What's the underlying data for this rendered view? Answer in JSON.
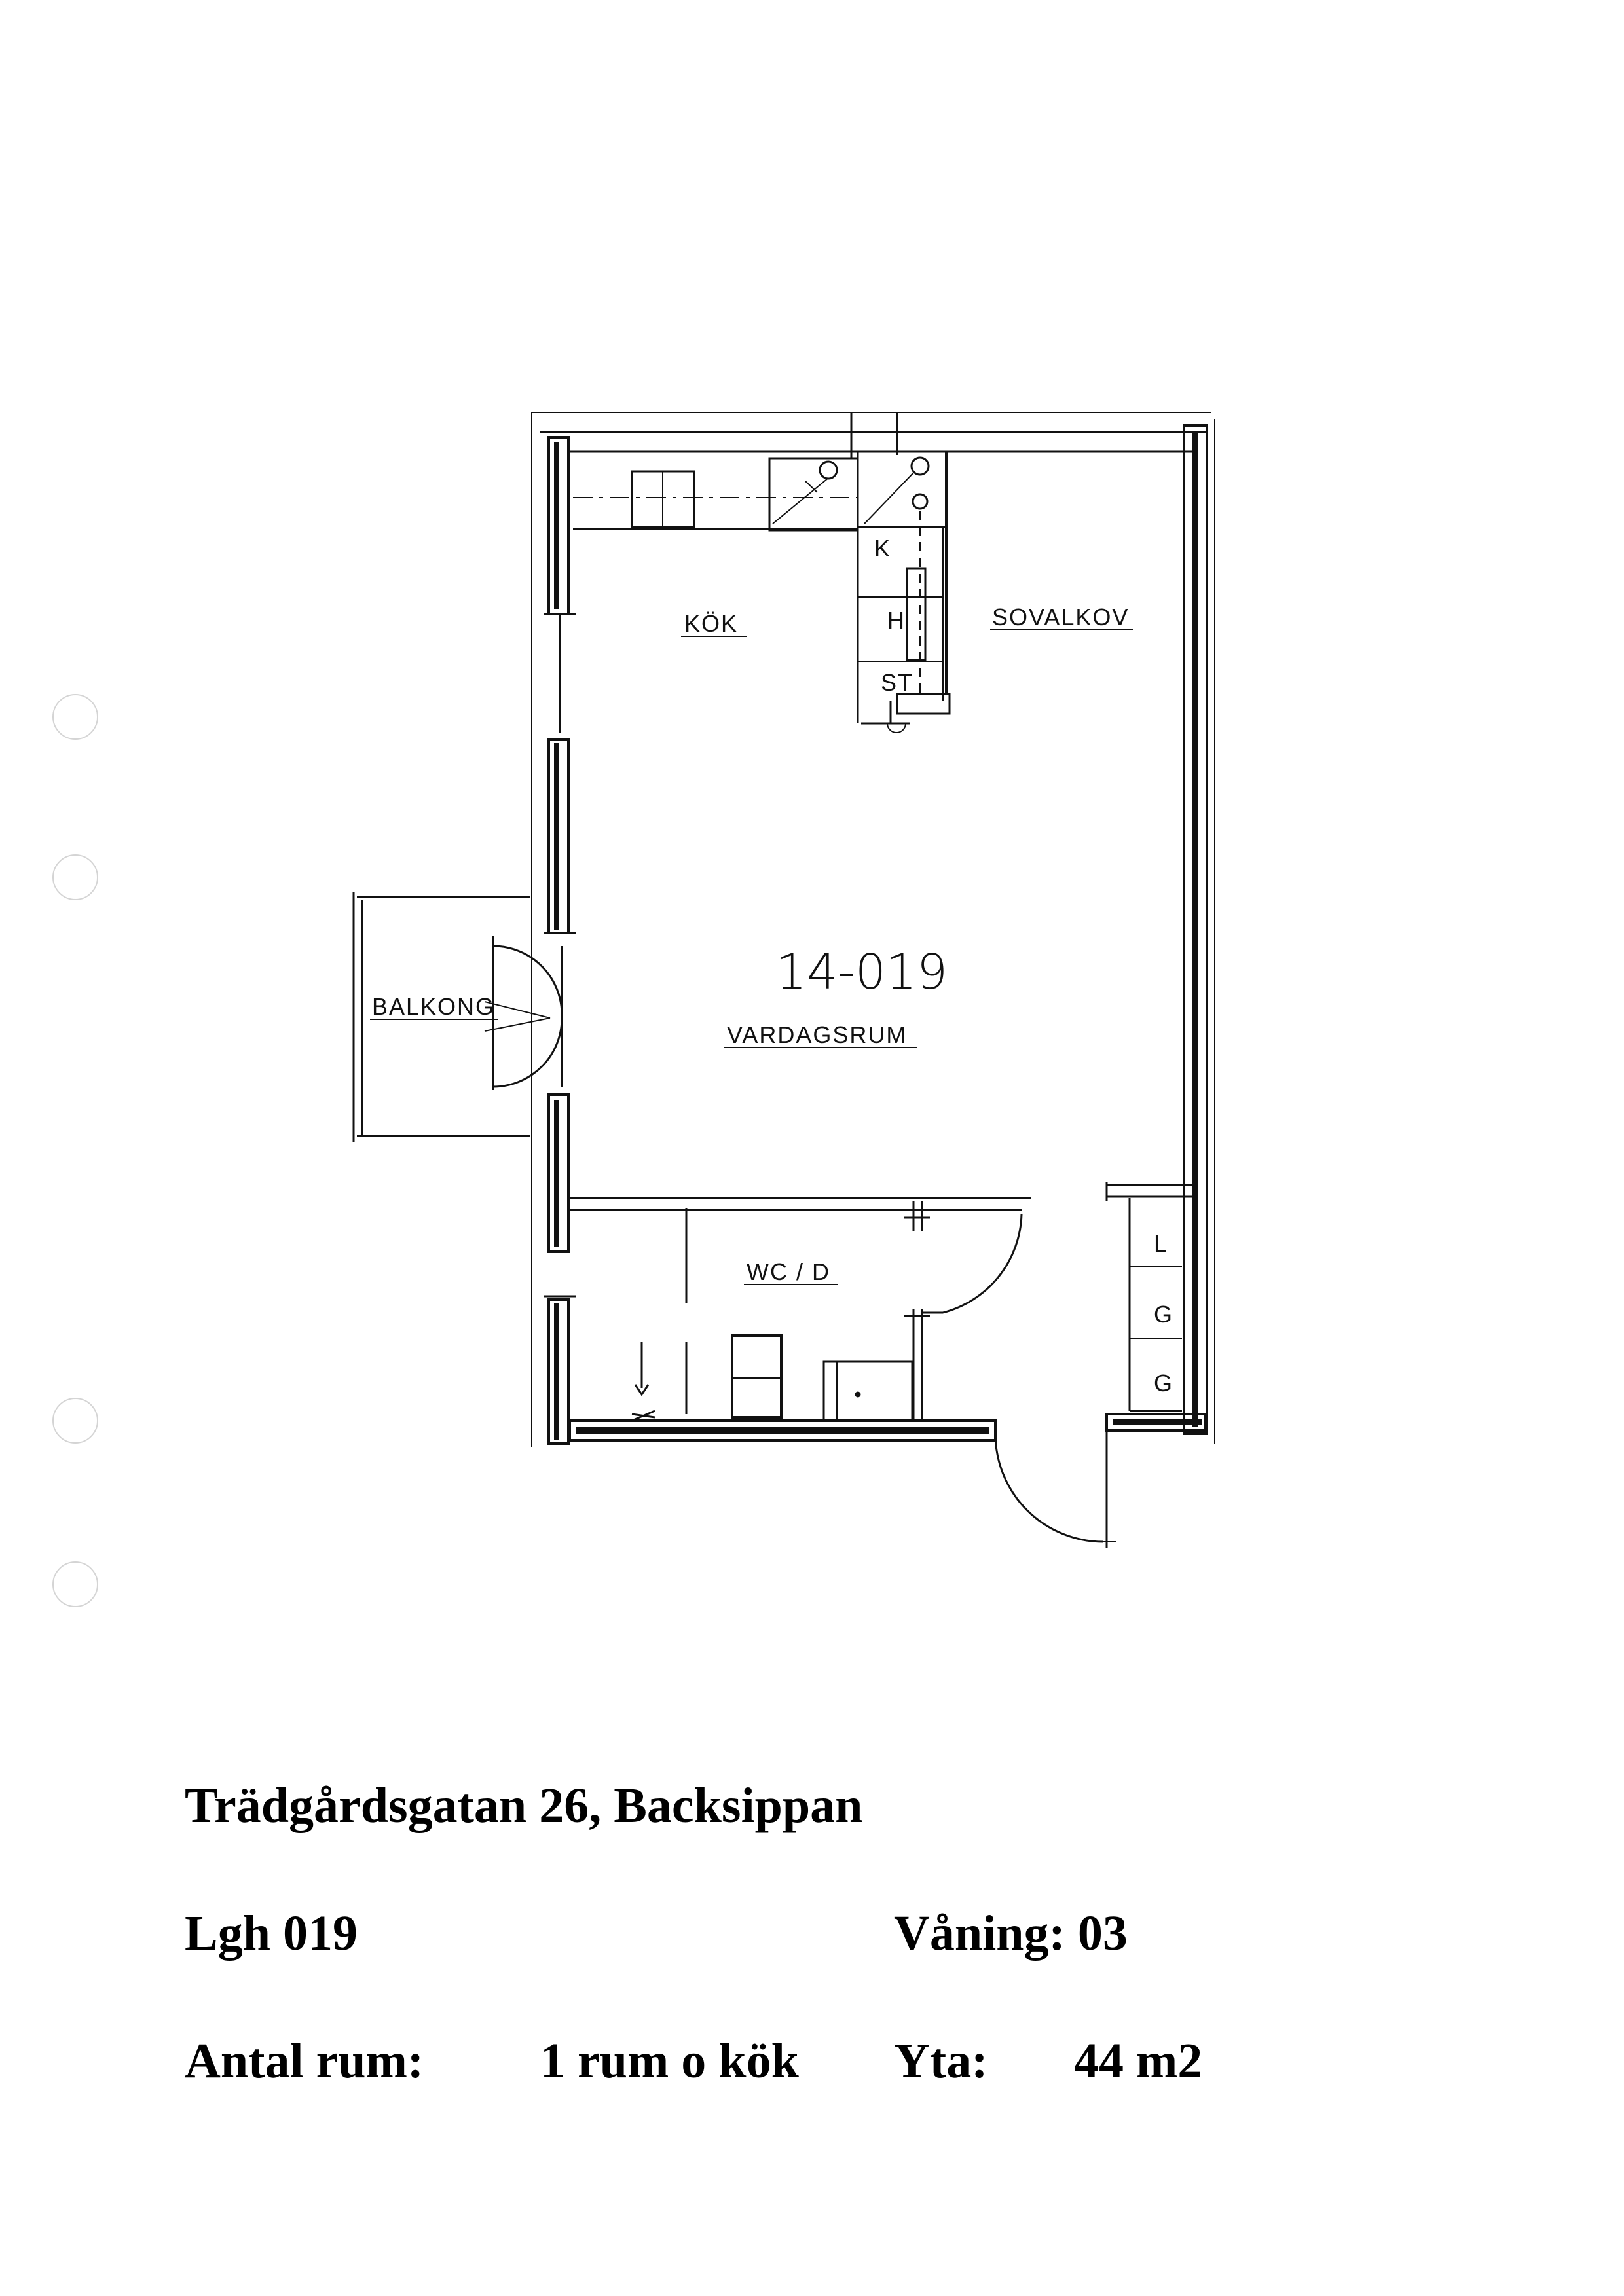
{
  "plan": {
    "apartment_code": "14-019",
    "rooms": {
      "kitchen": "KÖK",
      "bedroom_alcove": "SOVALKOV",
      "balcony": "BALKONG",
      "living_room": "VARDAGSRUM",
      "bathroom": "WC / D"
    },
    "kitchen_fixtures": {
      "k": "K",
      "h": "H",
      "st": "ST"
    },
    "storage": [
      "L",
      "G",
      "G"
    ]
  },
  "info": {
    "address": "Trädgårdsgatan 26, Backsippan",
    "apartment_label": "Lgh 019",
    "floor_label": "Våning: 03",
    "rooms_label": "Antal rum:",
    "rooms_value": "1 rum o kök",
    "area_label": "Yta:",
    "area_value": "44 m2"
  }
}
